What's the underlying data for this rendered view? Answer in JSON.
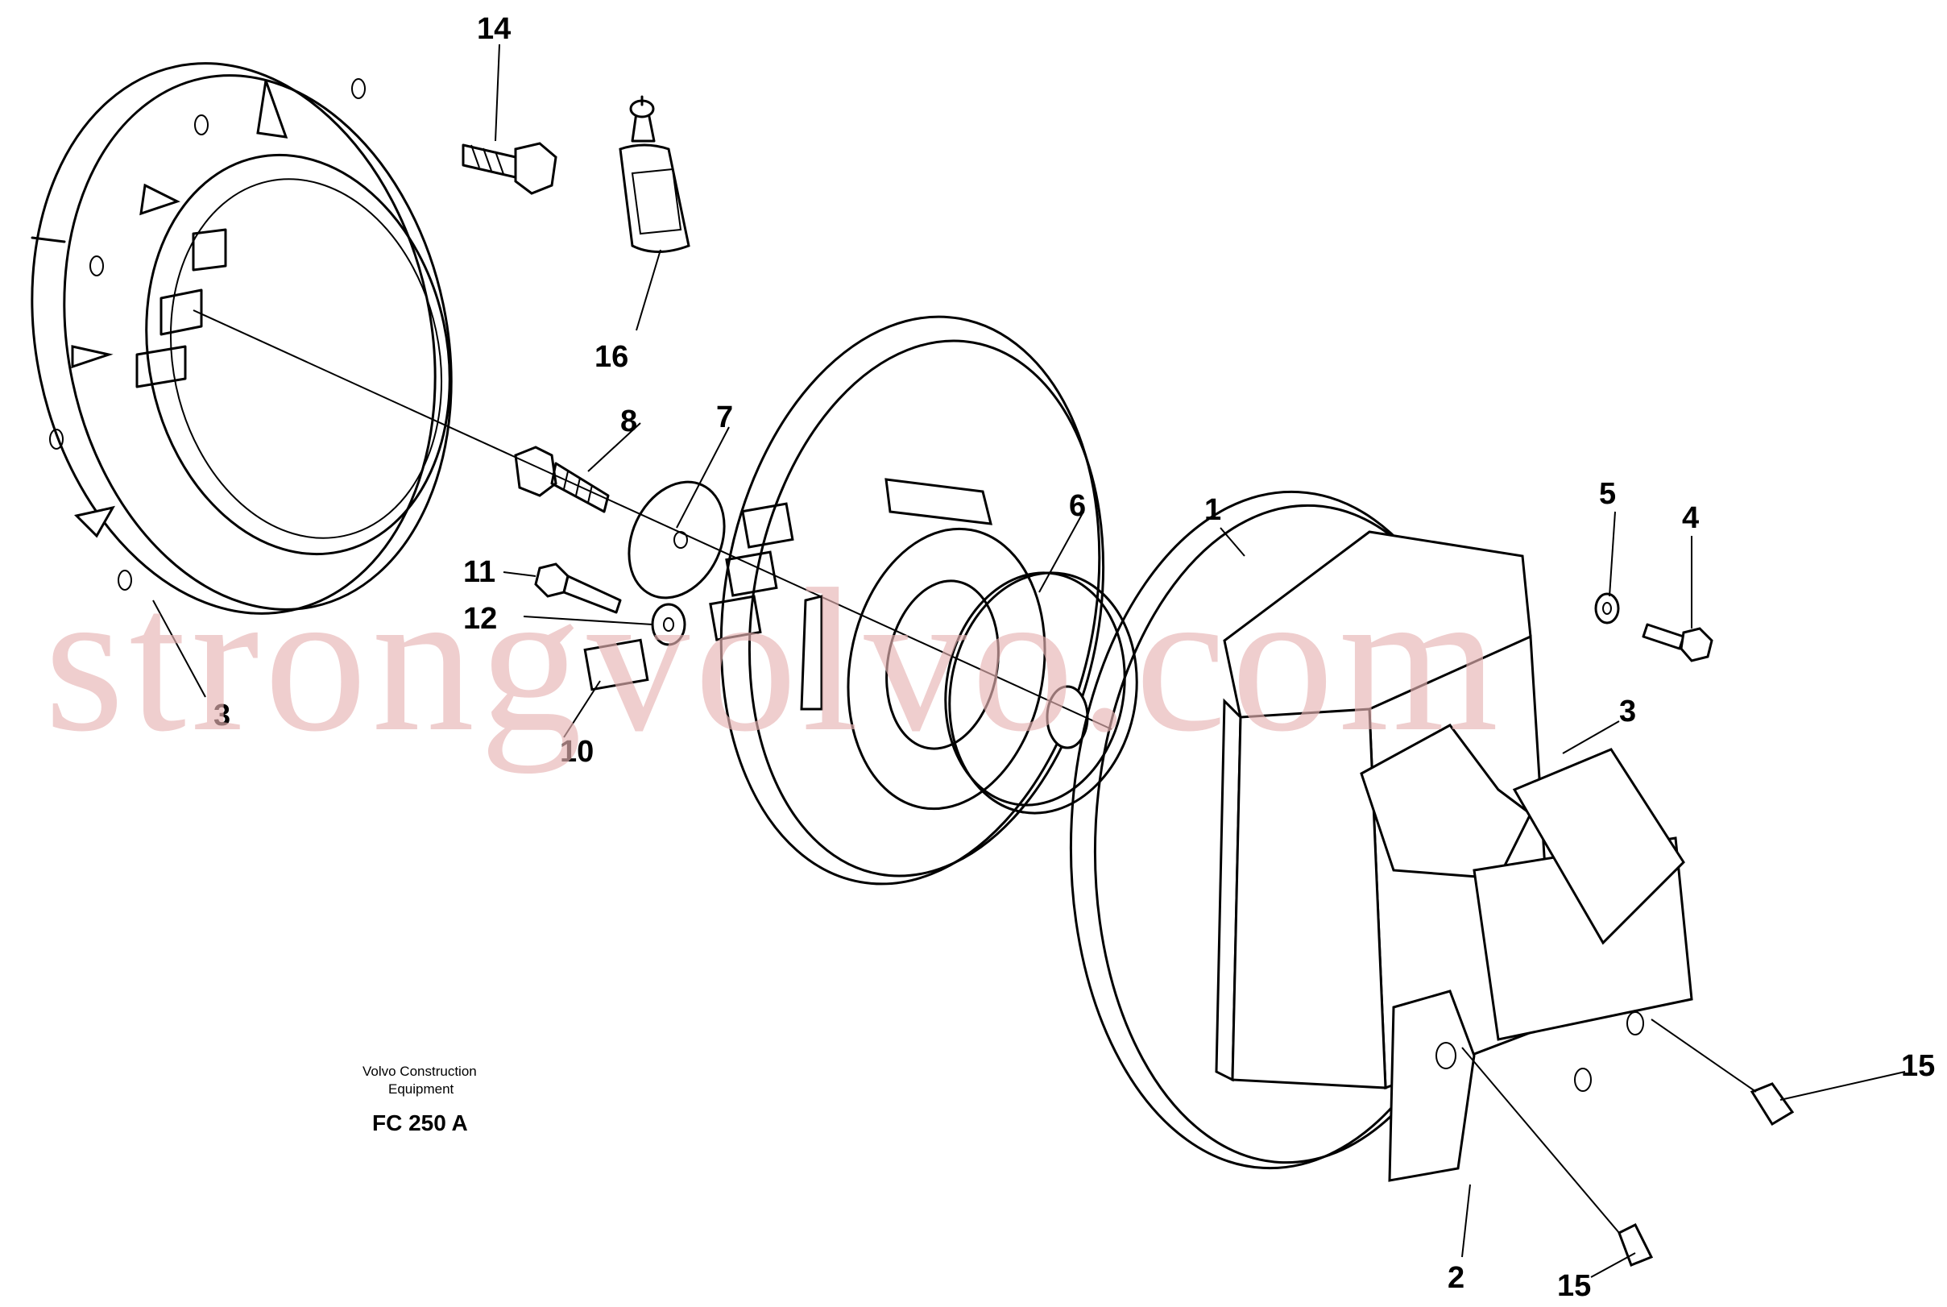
{
  "callouts": {
    "c14": "14",
    "c16": "16",
    "c8": "8",
    "c7": "7",
    "c6": "6",
    "c11": "11",
    "c12": "12",
    "c10": "10",
    "c3_left": "3",
    "c1": "1",
    "c5": "5",
    "c4": "4",
    "c3_right": "3",
    "c15_right": "15",
    "c2": "2",
    "c15_bottom": "15"
  },
  "caption": {
    "line1": "Volvo Construction",
    "line2": "Equipment",
    "code": "FC 250 A"
  },
  "watermark": {
    "text": "strongvolvo.com",
    "color": "#e8b4b4"
  }
}
